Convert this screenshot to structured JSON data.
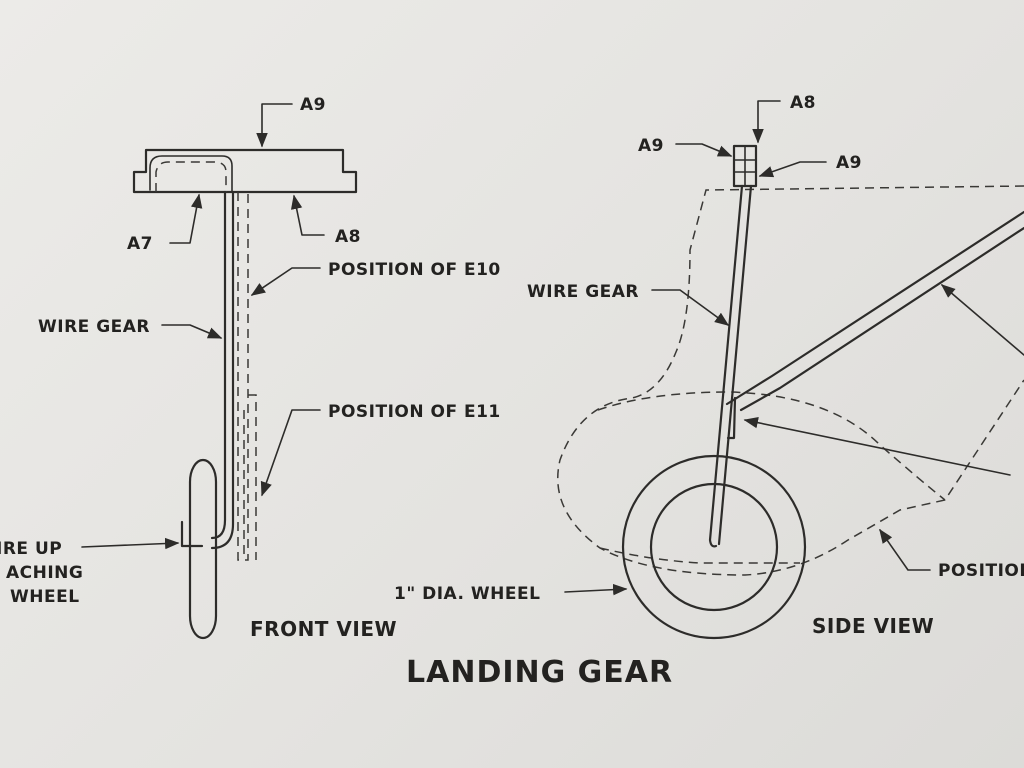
{
  "title": "LANDING GEAR",
  "front_view": {
    "view_label": "FRONT VIEW",
    "labels": {
      "a9_top": "A9",
      "a7": "A7",
      "a8": "A8",
      "position_e10": "POSITION OF E10",
      "wire_gear": "WIRE GEAR",
      "position_e11": "POSITION OF E11",
      "wire_up_line1": "IRE UP",
      "wire_up_line2": "ACHING",
      "wire_up_line3": "WHEEL"
    }
  },
  "side_view": {
    "view_label": "SIDE VIEW",
    "labels": {
      "a8_top": "A8",
      "a9_left": "A9",
      "a9_right": "A9",
      "wire_gear": "WIRE GEAR",
      "wheel": "1\" DIA. WHEEL",
      "position": "POSITIOI"
    }
  }
}
